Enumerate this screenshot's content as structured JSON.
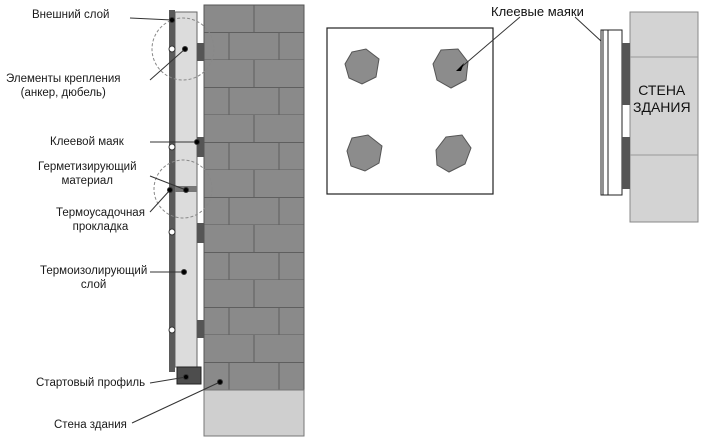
{
  "labels": {
    "outer_layer": "Внешний слой",
    "fasteners": [
      "Элементы крепления",
      "(анкер, дюбель)"
    ],
    "glue_beacon": "Клеевой маяк",
    "sealant": [
      "Герметизирующий",
      "материал"
    ],
    "shrink_gasket": [
      "Термоусадочная",
      "прокладка"
    ],
    "insulation": [
      "Термоизолирующий",
      "слой"
    ],
    "start_profile": "Стартовый профиль",
    "building_wall": "Стена здания",
    "glue_beacons_title": "Клеевые маяки",
    "wall_caption": [
      "СТЕНА",
      "ЗДАНИЯ"
    ]
  }
}
